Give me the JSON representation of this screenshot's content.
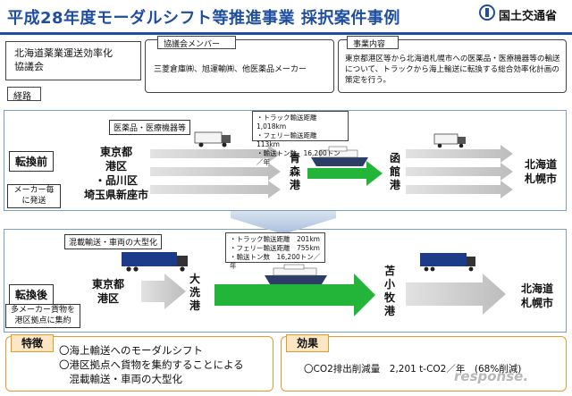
{
  "header": {
    "title": "平成28年度モーダルシフト等推進事業 採択案件事例",
    "ministry": "国土交通省"
  },
  "project": {
    "name": "北海道薬業運送効率化\n協議会"
  },
  "members": {
    "tag": "協議会メンバー",
    "text": "三菱倉庫㈱、旭運輸㈱、他医薬品メーカー"
  },
  "business": {
    "tag": "事業内容",
    "text": "東京都港区等から北海道札幌市への医薬品・医療機器等の輸送について、トラックから海上輸送に転換する総合効率化計画の策定を行う。"
  },
  "route_label": "経路",
  "before": {
    "phase": "転換前",
    "cargo": "医薬品・医療機器等",
    "note": "メーカー毎\nに発送",
    "origin": "東京都\n港区\n・品川区\n埼玉県新座市",
    "stats": [
      "・トラック輸送距離　1,018km",
      "・フェリー輸送距離　113km",
      "・輸送トン数　16,200トン／年"
    ],
    "port_from": "青森港",
    "port_to": "函館港",
    "destination": "北海道\n札幌市"
  },
  "after": {
    "phase": "転換後",
    "cargo": "混載輸送・車両の大型化",
    "note": "多メーカー貨物を\n港区拠点に集約",
    "origin": "東京都\n港区",
    "stats": [
      "・トラック輸送距離　201km",
      "・フェリー輸送距離　755km",
      "・輸送トン数　16,200トン／年"
    ],
    "port_from": "大洗港",
    "port_to": "苫小牧港",
    "destination": "北海道\n札幌市"
  },
  "features": {
    "tag": "特徴",
    "lines": "〇海上輸送へのモーダルシフト\n〇港区拠点へ貨物を集約することによる\n　混載輸送・車両の大型化"
  },
  "effect": {
    "tag": "効果",
    "text": "〇CO2排出削減量　2,201 t-CO2／年　(68%削減)"
  },
  "watermark": "response.",
  "colors": {
    "title_blue": "#1f4e9e",
    "panel_border": "#7a9ec9",
    "sea_arrow": "#22b53a",
    "land_arrow": "#c9c9c9",
    "feature_orange": "#e39a2d"
  },
  "icons": [
    "truck-icon",
    "ferry-icon",
    "trailer-truck-icon",
    "down-arrow-icon",
    "ministry-logo-icon"
  ]
}
